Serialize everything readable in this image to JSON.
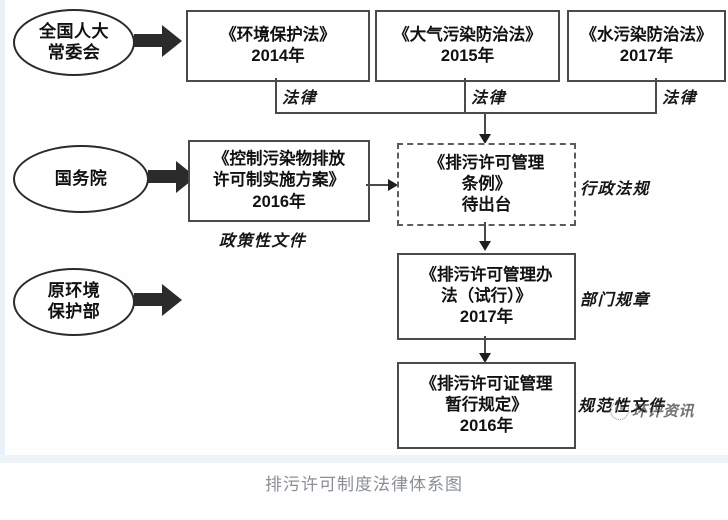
{
  "figure": {
    "caption": "排污许可制度法律体系图",
    "watermark": "环评资讯",
    "colors": {
      "box_border": "#4a4a4a",
      "dashed_border": "#5c5c5c",
      "arrow_fill": "#2b2b2b",
      "caption_text": "#8a8f96",
      "background": "#ffffff"
    }
  },
  "actors": [
    {
      "id": "npc",
      "label_line1": "全国人大",
      "label_line2": "常委会"
    },
    {
      "id": "state-council",
      "label_line1": "国务院",
      "label_line2": ""
    },
    {
      "id": "mep",
      "label_line1": "原环境",
      "label_line2": "保护部"
    }
  ],
  "laws": [
    {
      "id": "law-epl",
      "title": "《环境保护法》",
      "year": "2014年",
      "tier": "法律"
    },
    {
      "id": "law-air",
      "title": "《大气污染防治法》",
      "year": "2015年",
      "tier": "法律"
    },
    {
      "id": "law-water",
      "title": "《水污染防治法》",
      "year": "2017年",
      "tier": "法律"
    }
  ],
  "documents": [
    {
      "id": "doc-plan",
      "title_line1": "《控制污染物排放",
      "title_line2": "许可制实施方案》",
      "year": "2016年",
      "status": "",
      "tier": "政策性文件",
      "style": "solid"
    },
    {
      "id": "doc-regulation",
      "title_line1": "《排污许可管理",
      "title_line2": "条例》",
      "year": "",
      "status": "待出台",
      "tier": "行政法规",
      "style": "dashed"
    },
    {
      "id": "doc-measures",
      "title_line1": "《排污许可管理办",
      "title_line2": "法（试行）》",
      "year": "2017年",
      "status": "",
      "tier": "部门规章",
      "style": "solid"
    },
    {
      "id": "doc-interim",
      "title_line1": "《排污许可证管理",
      "title_line2": "暂行规定》",
      "year": "2016年",
      "status": "",
      "tier": "规范性文件",
      "style": "solid"
    }
  ]
}
